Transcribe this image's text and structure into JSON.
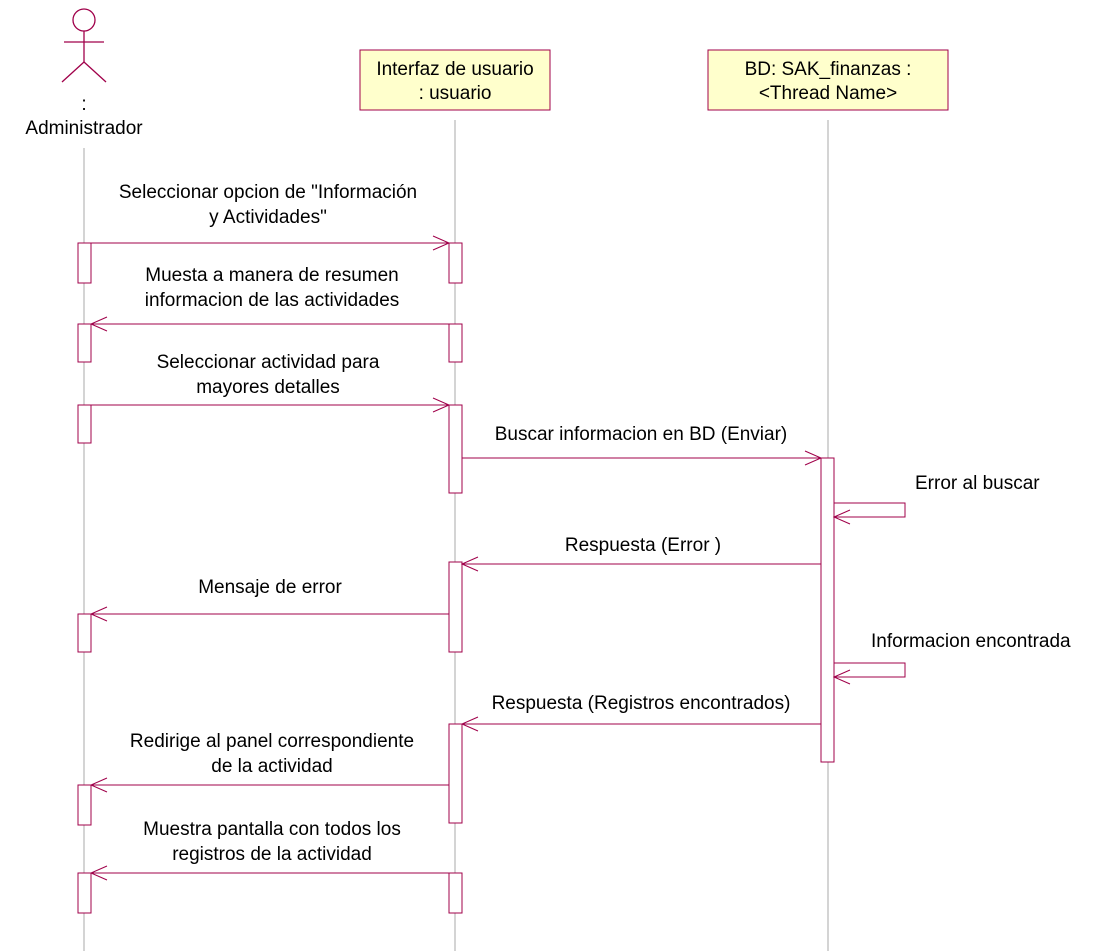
{
  "colors": {
    "line": "#a0004a",
    "activation_fill": "#ffffff",
    "object_fill": "#ffffcc",
    "object_border": "#a0004a",
    "lifeline": "#a8a8a8",
    "text": "#000000"
  },
  "actor": {
    "colon": ":",
    "name": "Administrador"
  },
  "objects": [
    {
      "line1": "Interfaz de usuario",
      "line2": ": usuario"
    },
    {
      "line1": "BD: SAK_finanzas :",
      "line2": "<Thread Name>"
    }
  ],
  "messages": [
    {
      "line1": "Seleccionar opcion de \"Información",
      "line2": "y Actividades\""
    },
    {
      "line1": "Muesta a manera de resumen",
      "line2": "informacion de las actividades"
    },
    {
      "line1": "Seleccionar actividad para",
      "line2": "mayores detalles"
    },
    {
      "line1": "Buscar informacion en BD (Enviar)"
    },
    {
      "line1": "Error al buscar"
    },
    {
      "line1": "Respuesta (Error )"
    },
    {
      "line1": "Mensaje de error"
    },
    {
      "line1": "Informacion encontrada"
    },
    {
      "line1": "Respuesta (Registros encontrados)"
    },
    {
      "line1": "Redirige al panel correspondiente",
      "line2": "de la actividad"
    },
    {
      "line1": "Muestra pantalla con todos los",
      "line2": "registros de la actividad"
    }
  ]
}
